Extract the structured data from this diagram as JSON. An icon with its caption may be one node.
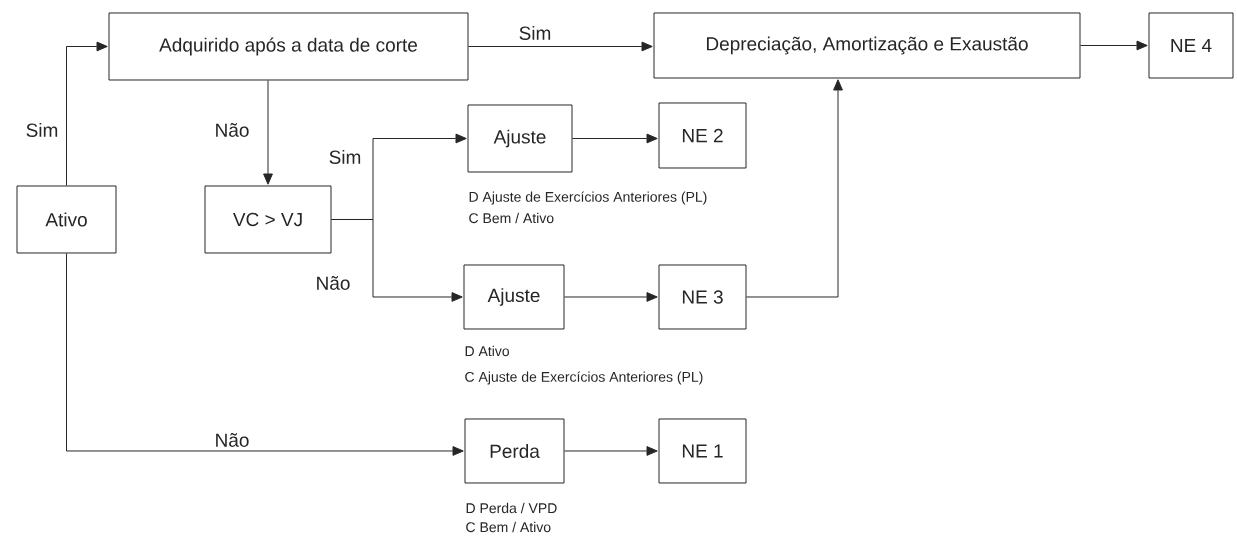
{
  "diagram": {
    "nodes": [
      {
        "text": [
          "Ativo"
        ]
      },
      {
        "text": [
          "Adquirido após a data de corte"
        ]
      },
      {
        "text": [
          "Depreciação, Amortização e Exaustão"
        ]
      },
      {
        "text": [
          "NE 4"
        ]
      },
      {
        "text": [
          "VC > VJ"
        ]
      },
      {
        "text": [
          "Ajuste"
        ],
        "beside": [
          "D Ajuste de Exercícios Anteriores (PL)",
          "C Bem / Ativo"
        ]
      },
      {
        "text": [
          "NE 2"
        ]
      },
      {
        "text": [
          "Ajuste"
        ],
        "beside": [
          "D Ativo",
          "C Ajuste de Exercícios Anteriores (PL)"
        ]
      },
      {
        "text": [
          "NE 3"
        ]
      },
      {
        "text": [
          "Perda"
        ],
        "beside": [
          "D Perda / VPD",
          "C Bem / Ativo"
        ]
      },
      {
        "text": [
          "NE 1"
        ]
      }
    ],
    "edges": [
      {
        "from": 0,
        "to": 1,
        "arrow": "to",
        "label": "Sim"
      },
      {
        "from": 1,
        "to": 2,
        "arrow": "to",
        "label": "Sim"
      },
      {
        "from": 2,
        "to": 3,
        "arrow": "to"
      },
      {
        "from": 1,
        "to": 4,
        "arrow": "to",
        "label": "Não"
      },
      {
        "from": 4,
        "to": 5,
        "arrow": "to",
        "label": "Sim"
      },
      {
        "from": 4,
        "to": 7,
        "arrow": "to",
        "label": "Não"
      },
      {
        "from": 5,
        "to": 6,
        "arrow": "to"
      },
      {
        "from": 7,
        "to": 8,
        "arrow": "to"
      },
      {
        "from": 8,
        "to": 2,
        "arrow": "to"
      },
      {
        "from": 0,
        "to": 9,
        "arrow": "to",
        "label": "Não"
      },
      {
        "from": 9,
        "to": 10,
        "arrow": "to"
      }
    ]
  }
}
